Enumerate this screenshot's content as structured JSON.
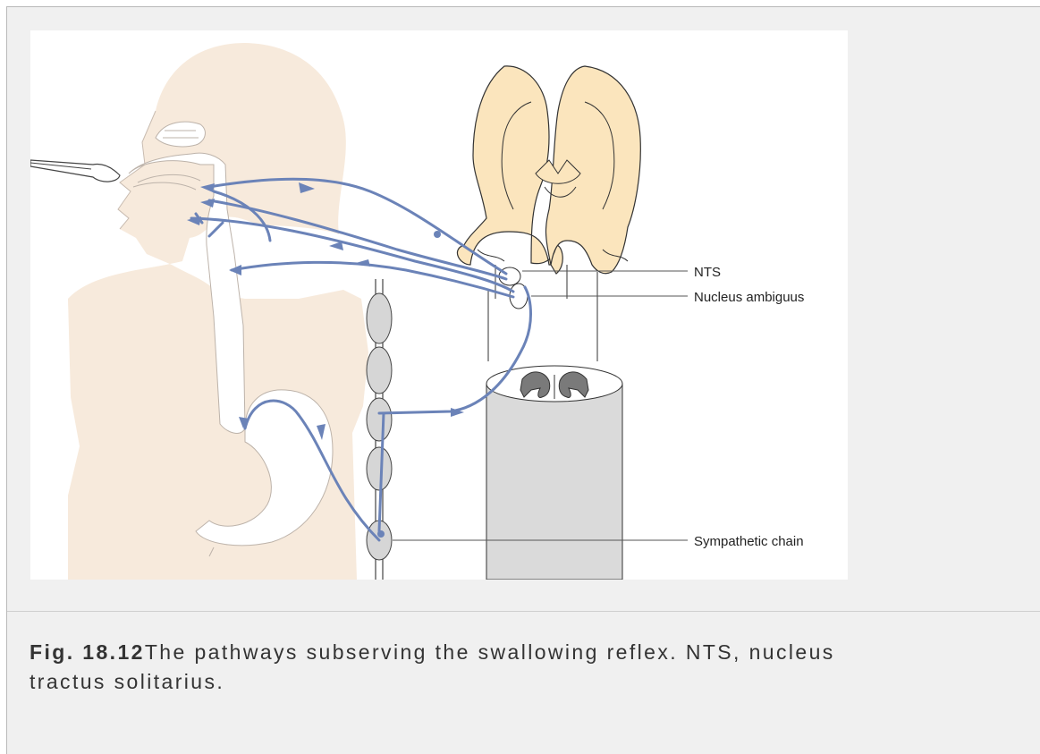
{
  "figure": {
    "labels": {
      "nts": "NTS",
      "nucleus_ambiguus": "Nucleus ambiguus",
      "sympathetic_chain": "Sympathetic chain"
    },
    "colors": {
      "pathway": "#6b83b8",
      "skin": "#f7eadc",
      "brainstem": "#fbe5bd",
      "spinal_cord": "#dadada",
      "chain": "#d6d6d6"
    }
  },
  "caption": {
    "figure_label": "Fig. 18.12",
    "line1": "The pathways subserving the swallowing reflex. NTS, nucleus",
    "line2": "tractus solitarius."
  }
}
